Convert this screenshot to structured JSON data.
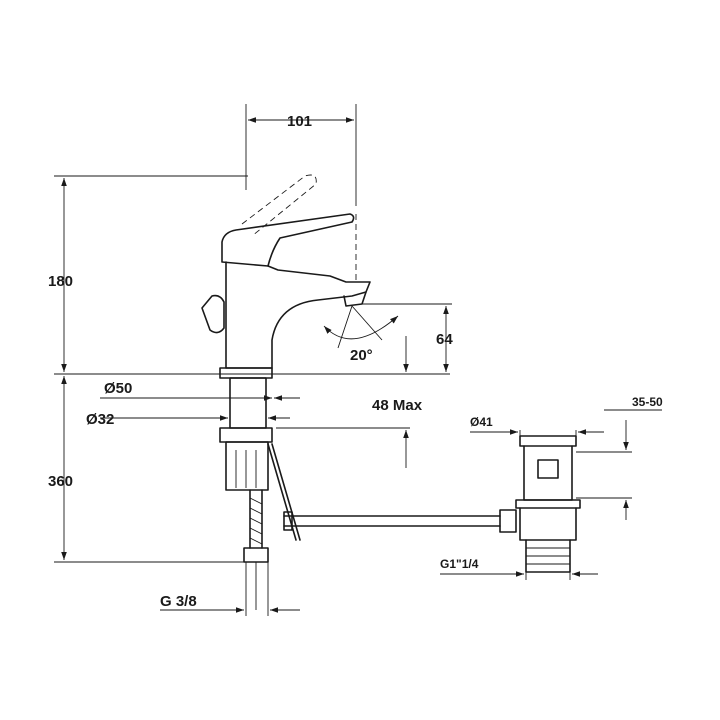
{
  "dimensions": {
    "spout_reach": "101",
    "height_total": "180",
    "spout_height": "64",
    "swivel_angle": "20°",
    "base_diameter": "Ø50",
    "hole_diameter": "Ø32",
    "deck_thickness": "48 Max",
    "below_deck_length": "360",
    "inlet_thread": "G 3/8",
    "waste_diameter": "Ø41",
    "waste_thread": "G1\"1/4",
    "basin_thickness": "35-50"
  }
}
